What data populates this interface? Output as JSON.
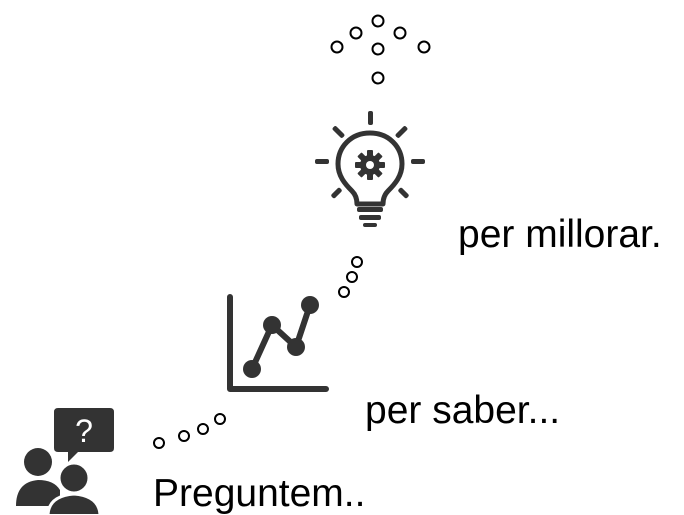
{
  "steps": [
    {
      "id": "ask",
      "text": "Preguntem..",
      "icon": "people-question-icon"
    },
    {
      "id": "know",
      "text": "per saber...",
      "icon": "line-chart-icon"
    },
    {
      "id": "improve",
      "text": "per millorar.",
      "icon": "lightbulb-gear-icon"
    }
  ],
  "colors": {
    "icon": "#333333",
    "text": "#000000",
    "dots": "#000000",
    "background": "#ffffff"
  },
  "icons": [
    "people-question-icon",
    "line-chart-icon",
    "lightbulb-gear-icon",
    "dotted-path"
  ]
}
